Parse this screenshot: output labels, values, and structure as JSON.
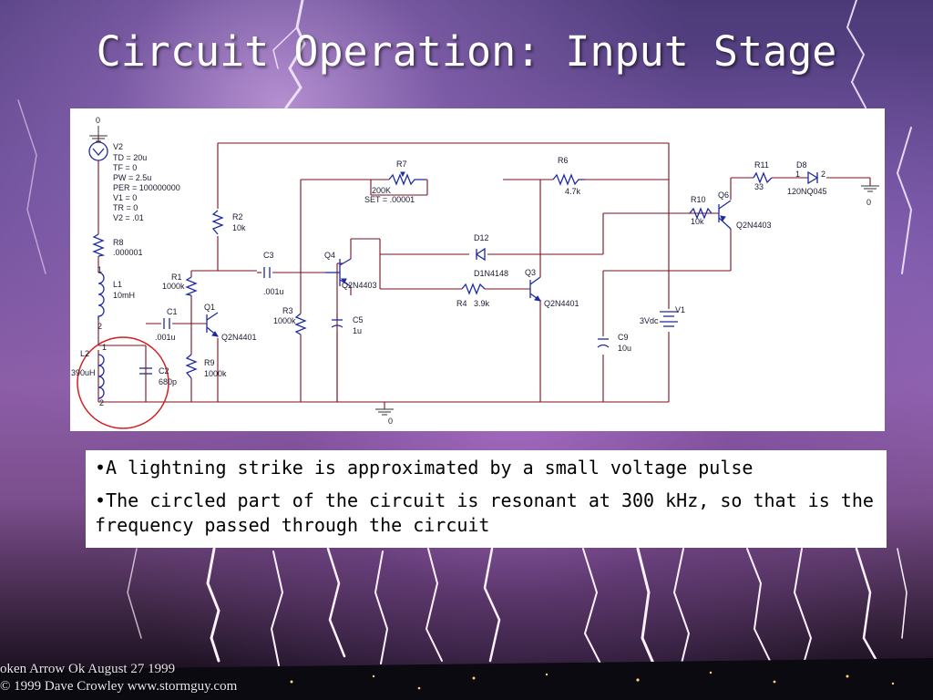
{
  "slide": {
    "title": "Circuit Operation: Input Stage",
    "bullets": [
      "•A lightning strike is approximated by a small voltage pulse",
      "•The circled part of the circuit is resonant at 300 kHz, so that is the frequency passed through the circuit"
    ],
    "copyright_line1": "oken Arrow Ok   August 27 1999",
    "copyright_line2": "© 1999  Dave Crowley   www.stormguy.com"
  },
  "schematic": {
    "gnd_top": "0",
    "v2": {
      "name": "V2",
      "params": [
        "TD = 20u",
        "TF = 0",
        "PW = 2.5u",
        "PER = 100000000",
        "V1 = 0",
        "TR = 0",
        "V2 = .01"
      ]
    },
    "r8": {
      "name": "R8",
      "value": ".000001"
    },
    "l1": {
      "name": "L1",
      "value": "10mH",
      "pin1": "1",
      "pin2": "2"
    },
    "l2": {
      "name": "L2",
      "value": "390uH",
      "pin1": "1",
      "pin2": "2"
    },
    "c2": {
      "name": "C2",
      "value": "680p"
    },
    "r1": {
      "name": "R1",
      "value": "1000k"
    },
    "c1": {
      "name": "C1",
      "value": ".001u"
    },
    "q1": {
      "name": "Q1",
      "value": "Q2N4401"
    },
    "r9": {
      "name": "R9",
      "value": "1000k"
    },
    "r2": {
      "name": "R2",
      "value": "10k"
    },
    "c3": {
      "name": "C3",
      "value": ".001u"
    },
    "r3": {
      "name": "R3",
      "value": "1000k"
    },
    "q4": {
      "name": "Q4",
      "value": "Q2N4403"
    },
    "c5": {
      "name": "C5",
      "value": "1u"
    },
    "r7": {
      "name": "R7",
      "value": "200K",
      "set": "SET = .00001"
    },
    "r6": {
      "name": "R6",
      "value": "4.7k"
    },
    "d12": {
      "name": "D12",
      "value": "D1N4148"
    },
    "r4": {
      "name": "R4",
      "value": "3.9k"
    },
    "q3": {
      "name": "Q3",
      "value": "Q2N4401"
    },
    "c9": {
      "name": "C9",
      "value": "10u"
    },
    "v1": {
      "name": "V1",
      "value": "3Vdc"
    },
    "r10": {
      "name": "R10",
      "value": "10k"
    },
    "q6": {
      "name": "Q6",
      "value": "Q2N4403"
    },
    "r11": {
      "name": "R11",
      "value": "33"
    },
    "d8": {
      "name": "D8",
      "value": "120NQ045",
      "pin1": "1",
      "pin2": "2"
    },
    "gnd_right": "0",
    "gnd_bottom": "0"
  },
  "colors": {
    "wire": "#7a1020",
    "component": "#1e2aa0",
    "highlight_circle": "#d42020"
  }
}
